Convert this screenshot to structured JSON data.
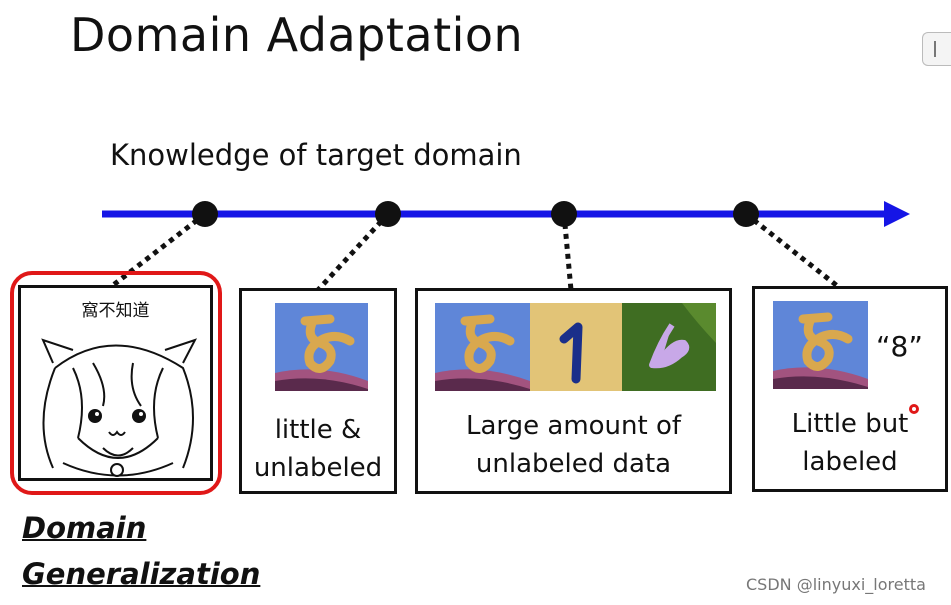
{
  "title": "Domain Adaptation",
  "axis_label": "Knowledge of target domain",
  "boxes": [
    {
      "caption_lines": [
        "窩不知道"
      ]
    },
    {
      "caption_lines": [
        "little &",
        "unlabeled"
      ]
    },
    {
      "caption_lines": [
        "Large amount of",
        "unlabeled data"
      ]
    },
    {
      "caption_lines": [
        "Little but",
        "labeled"
      ]
    }
  ],
  "quote_label": "“8”",
  "highlight_label": [
    "Domain",
    "Generalization"
  ],
  "watermark": "CSDN @linyuxi_loretta",
  "colors": {
    "axis": "#1515e6",
    "highlight": "#e01818",
    "thumb_bg": "#5f86d8",
    "digit": "#d9a84e"
  },
  "icons": [
    "cartoon-cat-girl-image",
    "digit-thumbnail",
    "side-tab-icon"
  ]
}
